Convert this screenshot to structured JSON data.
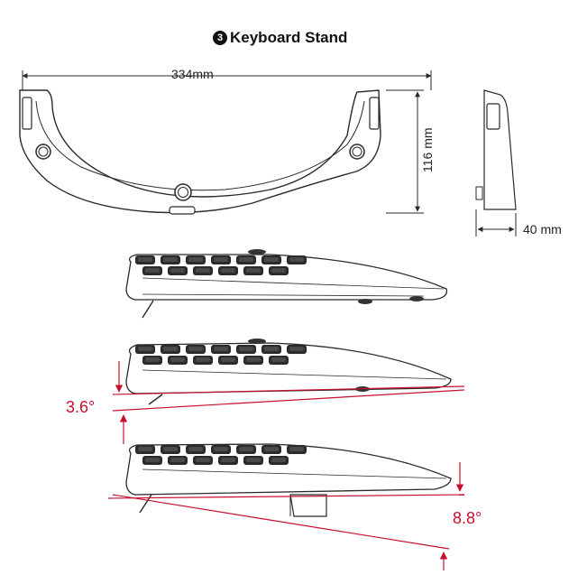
{
  "title": {
    "step_number": "3",
    "text": "Keyboard Stand"
  },
  "dimensions": {
    "width": "334mm",
    "height": "116 mm",
    "depth": "40 mm"
  },
  "angles": {
    "small": "3.6°",
    "large": "8.8°"
  },
  "colors": {
    "line": "#2a2a2a",
    "accent": "#c8102e",
    "key_dark": "#2b2b2b",
    "key_mid": "#4a4a4a"
  }
}
